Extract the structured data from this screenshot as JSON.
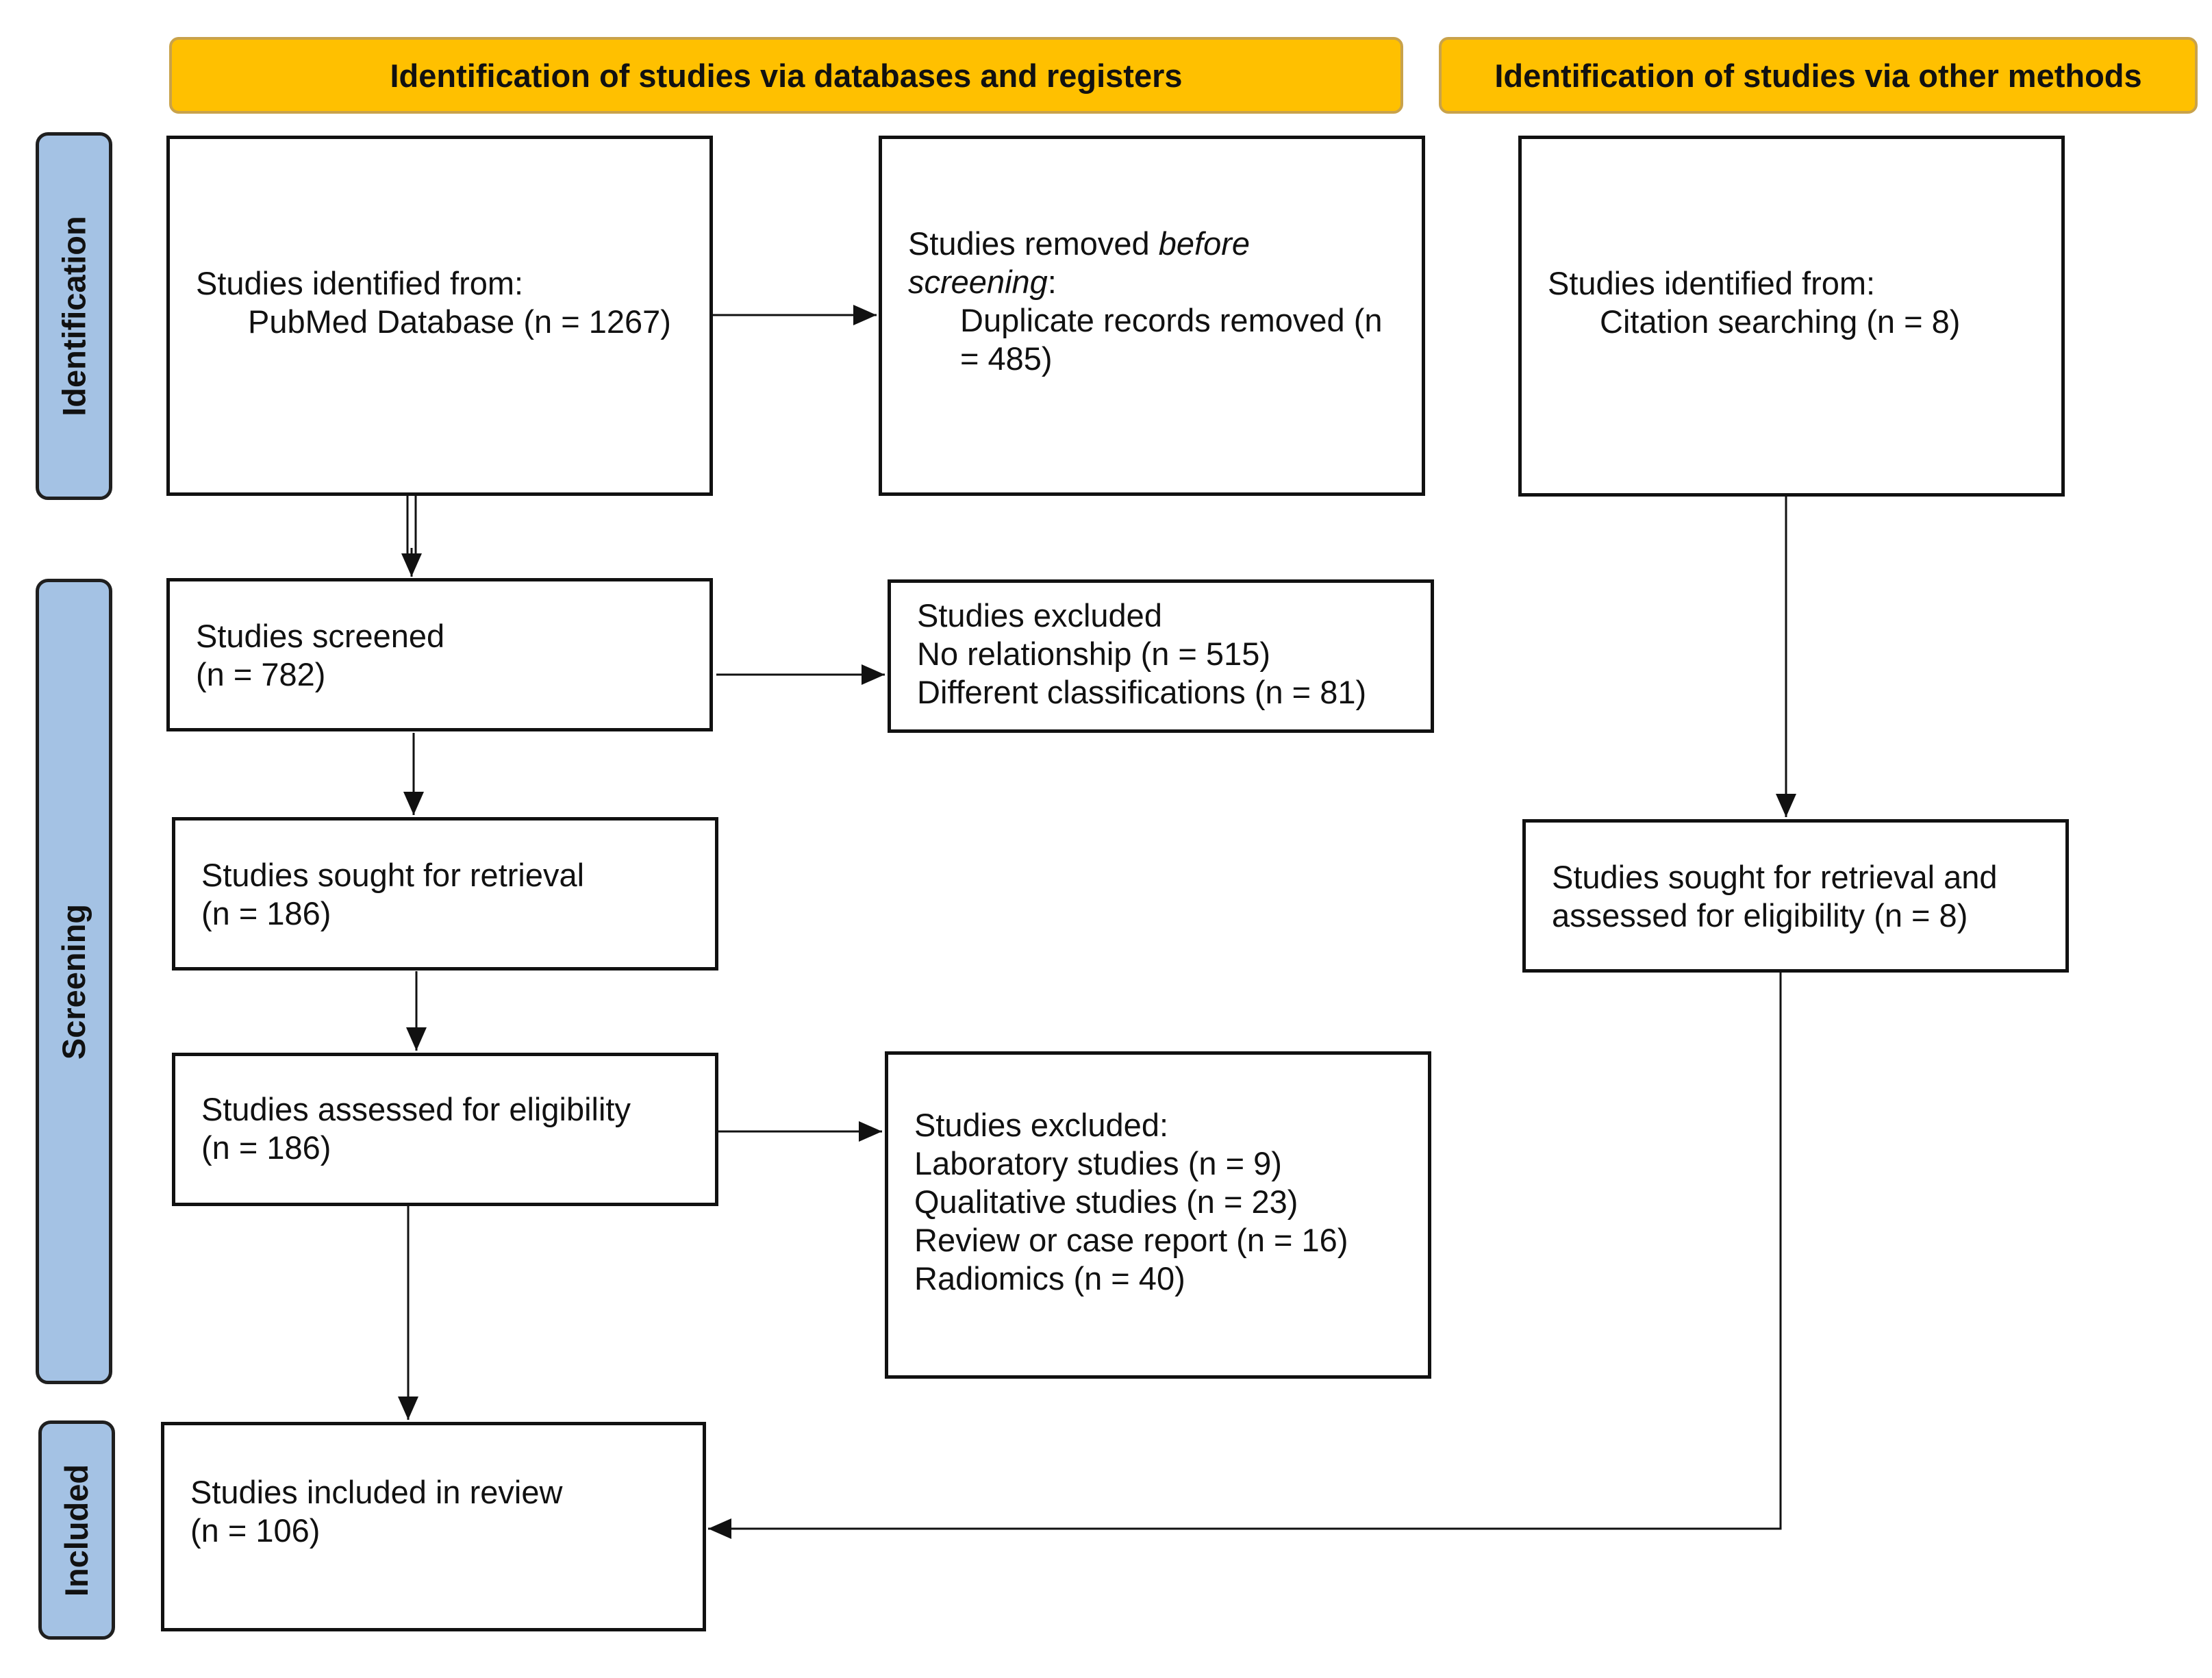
{
  "headers": {
    "databases": "Identification of studies via databases and registers",
    "other": "Identification of studies via other methods"
  },
  "phases": {
    "identification": "Identification",
    "screening": "Screening",
    "included": "Included"
  },
  "boxes": {
    "identified_db": {
      "lines": [
        "Studies identified from:",
        "PubMed Database (n = 1267)"
      ]
    },
    "removed": {
      "lead": "Studies removed ",
      "lead_italic": "before",
      "lead2_italic": "screening",
      "lead2_suffix": ":",
      "lines": [
        "Duplicate records removed (n",
        "= 485)"
      ]
    },
    "identified_other": {
      "lines": [
        "Studies identified from:",
        "Citation searching (n = 8)"
      ]
    },
    "screened": {
      "lines": [
        "Studies screened",
        "(n = 782)"
      ]
    },
    "excluded_screen": {
      "lines": [
        "Studies excluded",
        "No relationship (n = 515)",
        "Different classifications (n = 81)"
      ]
    },
    "sought_db": {
      "lines": [
        "Studies sought for retrieval",
        "(n = 186)"
      ]
    },
    "sought_other": {
      "lines": [
        "Studies sought for retrieval and",
        "assessed for eligibility (n = 8)"
      ]
    },
    "assessed": {
      "lines": [
        "Studies assessed for eligibility",
        "(n = 186)"
      ]
    },
    "excluded_elig": {
      "lines": [
        "Studies excluded:",
        "Laboratory studies (n = 9)",
        "Qualitative studies (n = 23)",
        "Review or case report (n = 16)",
        "Radiomics (n = 40)"
      ]
    },
    "included": {
      "lines": [
        "Studies included in review",
        "(n = 106)"
      ]
    }
  },
  "colors": {
    "header_fill": "#ffc000",
    "phase_fill": "#a4c2e4",
    "stroke": "#111111"
  }
}
